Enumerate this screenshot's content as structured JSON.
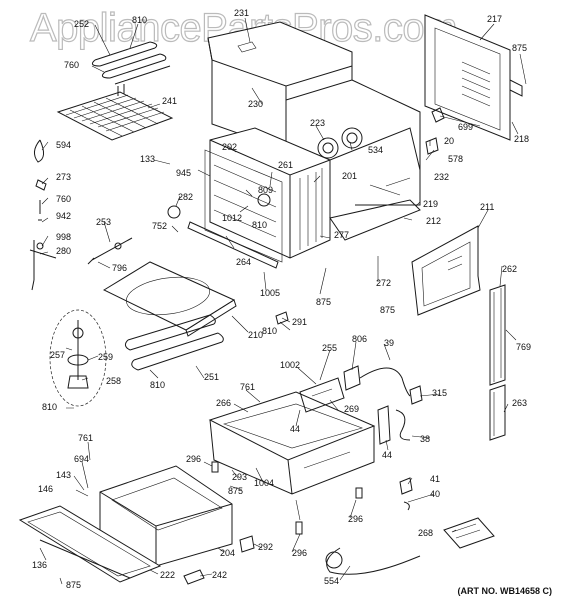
{
  "watermark": "AppliancePartsPros.com",
  "art_number": "(ART NO. WB14658 C)",
  "callouts": {
    "c252": "252",
    "c810a": "810",
    "c760a": "760",
    "c241": "241",
    "c231": "231",
    "c230": "230",
    "c217": "217",
    "c875a": "875",
    "c699": "699",
    "c20": "20",
    "c578": "578",
    "c218": "218",
    "c223": "223",
    "c534": "534",
    "c232": "232",
    "c219": "219",
    "c212": "212",
    "c211": "211",
    "c594": "594",
    "c133": "133",
    "c945": "945",
    "c202": "202",
    "c261": "261",
    "c201": "201",
    "c809": "809",
    "c282": "282",
    "c1012": "1012",
    "c810b": "810",
    "c752": "752",
    "c273": "273",
    "c760b": "760",
    "c942": "942",
    "c998": "998",
    "c280": "280",
    "c253": "253",
    "c796": "796",
    "c264": "264",
    "c277": "277",
    "c272": "272",
    "c1005": "1005",
    "c875b": "875",
    "c875c": "875",
    "c262": "262",
    "c769": "769",
    "c291": "291",
    "c810c": "810",
    "c210": "210",
    "c806": "806",
    "c39": "39",
    "c255": "255",
    "c1002": "1002",
    "c257": "257",
    "c259": "259",
    "c258": "258",
    "c810d": "810",
    "c251": "251",
    "c810e": "810",
    "c761a": "761",
    "c266": "266",
    "c44a": "44",
    "c269": "269",
    "c44b": "44",
    "c315": "315",
    "c38": "38",
    "c263": "263",
    "c761b": "761",
    "c694": "694",
    "c143": "143",
    "c146": "146",
    "c296a": "296",
    "c293": "293",
    "c1004": "1004",
    "c875d": "875",
    "c41": "41",
    "c40": "40",
    "c296b": "296",
    "c268": "268",
    "c204": "204",
    "c292": "292",
    "c296c": "296",
    "c136": "136",
    "c222": "222",
    "c242": "242",
    "c875e": "875",
    "c554": "554"
  }
}
